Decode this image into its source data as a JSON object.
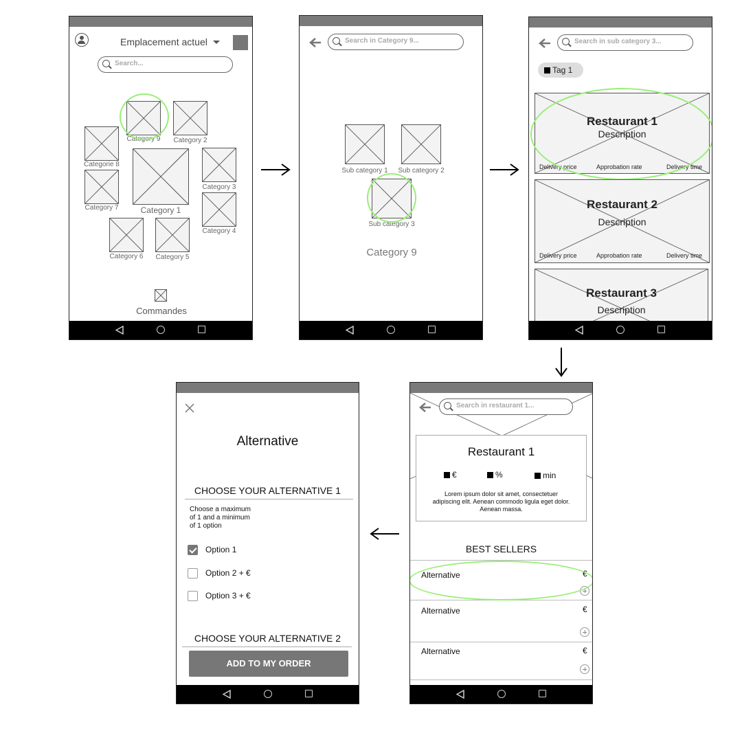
{
  "colors": {
    "highlight": "#99ee77",
    "statusbar": "#7a7a7a",
    "navbar": "#000000",
    "button": "#777777"
  },
  "screen1": {
    "location_label": "Emplacement actuel",
    "search_placeholder": "Search...",
    "categories": {
      "c9": "Category 9",
      "c2": "Category 2",
      "c8": "Categorie 8",
      "c1": "Category 1",
      "c3": "Category 3",
      "c7": "Category 7",
      "c4": "Category 4",
      "c6": "Category 6",
      "c5": "Category 5"
    },
    "orders_label": "Commandes"
  },
  "screen2": {
    "search_placeholder": "Search in Category 9...",
    "sub1": "Sub category 1",
    "sub2": "Sub category 2",
    "sub3": "Sub category 3",
    "title": "Category 9"
  },
  "screen3": {
    "search_placeholder": "Search in sub category 3...",
    "tag": "Tag 1",
    "restaurants": [
      {
        "name": "Restaurant 1",
        "desc": "Description",
        "delivery_price": "Delivery price",
        "approbation": "Approbation rate",
        "delivery_time": "Delivery time"
      },
      {
        "name": "Restaurant 2",
        "desc": "Description",
        "delivery_price": "Delivery price",
        "approbation": "Approbation rate",
        "delivery_time": "Delivery time"
      },
      {
        "name": "Restaurant 3",
        "desc": "Description"
      }
    ]
  },
  "screen4": {
    "search_placeholder": "Search in restaurant 1...",
    "name": "Restaurant 1",
    "price_unit": "€",
    "rate_unit": "%",
    "time_unit": "min",
    "lorem1": "Lorem ipsum dolor sit amet, consectetuer",
    "lorem2": "adipiscing elit. Aenean commodo ligula eget dolor.",
    "lorem3": "Aenean massa.",
    "best_sellers": "BEST SELLERS",
    "items": [
      {
        "name": "Alternative",
        "price": "€"
      },
      {
        "name": "Alternative",
        "price": "€"
      },
      {
        "name": "Alternative",
        "price": "€"
      }
    ]
  },
  "screen5": {
    "title": "Alternative",
    "section1": "CHOOSE YOUR ALTERNATIVE 1",
    "rule1": "Choose a maximum",
    "rule2": "of 1 and a minimum",
    "rule3": "of 1 option",
    "option1": "Option 1",
    "option2": "Option 2 + €",
    "option3": "Option 3 + €",
    "section2": "CHOOSE YOUR ALTERNATIVE 2",
    "button": "ADD TO MY ORDER"
  }
}
